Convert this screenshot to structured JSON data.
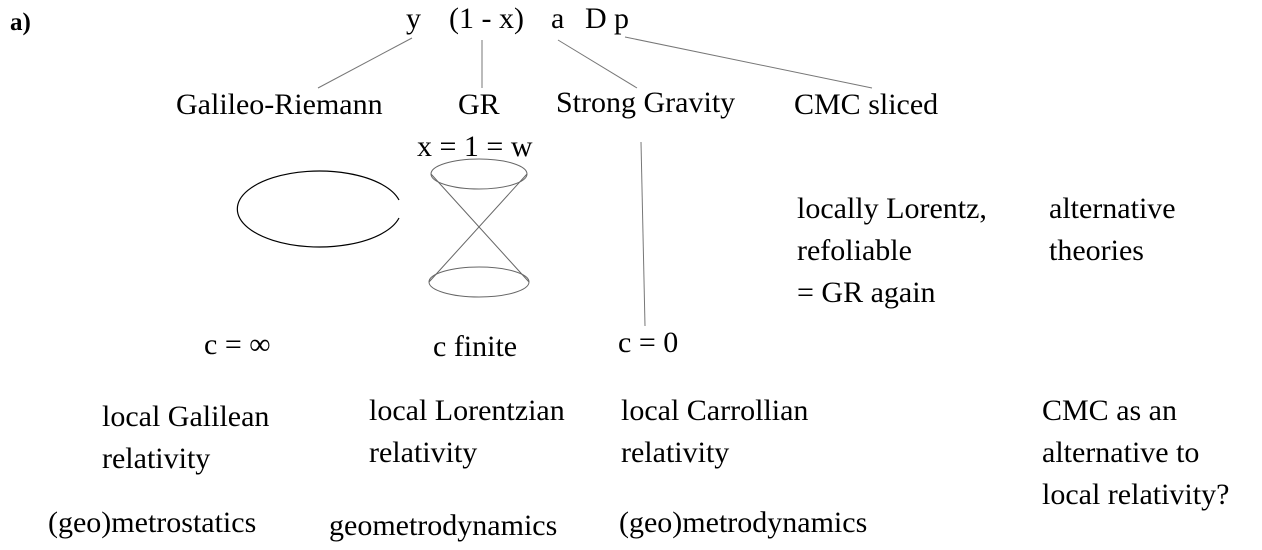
{
  "panel_label": "a)",
  "formula": {
    "y": "y",
    "one_minus_x": "(1 - x)",
    "a": "a",
    "D": "D",
    "p": "p"
  },
  "branches": {
    "galileo_riemann": "Galileo-Riemann",
    "gr": "GR",
    "strong_gravity": "Strong Gravity",
    "cmc_sliced": "CMC sliced"
  },
  "gr_condition": "x = 1 = w",
  "cmc_note": [
    "locally Lorentz,",
    "refoliable",
    "= GR again"
  ],
  "alternative": [
    "alternative",
    "theories"
  ],
  "speeds": {
    "infinite": "c = ∞",
    "finite": "c finite",
    "zero": "c = 0"
  },
  "relativity": {
    "galilean": [
      "local Galilean",
      "relativity"
    ],
    "lorentzian": [
      "local Lorentzian",
      "relativity"
    ],
    "carrollian": [
      "local Carrollian",
      "relativity"
    ],
    "cmc_question": [
      "CMC as an",
      "alternative to",
      "local relativity?"
    ]
  },
  "dynamics": {
    "metrostatics": "(geo)metrostatics",
    "geometrodynamics": "geometrodynamics",
    "metrodynamics": "(geo)metrodynamics"
  }
}
